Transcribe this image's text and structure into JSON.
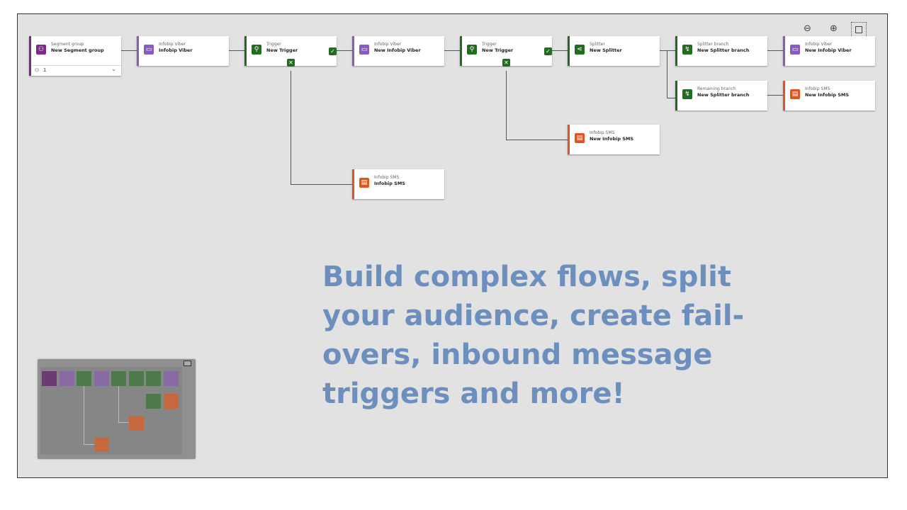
{
  "zoom": {
    "zoom_out_icon": "zoom-out-icon",
    "zoom_in_icon": "zoom-in-icon",
    "fit_icon": "fit-to-screen-icon"
  },
  "tiles": {
    "segment": {
      "type": "Segment group",
      "name": "New Segment group",
      "count": "1"
    },
    "viber1": {
      "type": "Infobip Viber",
      "name": "Infobip Viber"
    },
    "trigger1": {
      "type": "Trigger",
      "name": "New Trigger"
    },
    "viber2": {
      "type": "Infobip Viber",
      "name": "New Infobip Viber"
    },
    "trigger2": {
      "type": "Trigger",
      "name": "New Trigger"
    },
    "splitter": {
      "type": "Splitter",
      "name": "New Splitter"
    },
    "splitter_branch": {
      "type": "Splitter branch",
      "name": "New Splitter branch"
    },
    "viber3": {
      "type": "Infobip Viber",
      "name": "New Infobip Viber"
    },
    "remaining_branch": {
      "type": "Remaining branch",
      "name": "New Splitter branch"
    },
    "sms1": {
      "type": "Infobip SMS",
      "name": "New Infobip SMS"
    },
    "sms2": {
      "type": "Infobip SMS",
      "name": "New Infobip SMS"
    },
    "sms3": {
      "type": "Infobip SMS",
      "name": "Infobip SMS"
    }
  },
  "headline": "Build complex flows, split your audience, create fail-overs, inbound message triggers and more!",
  "colors": {
    "purple": "#7d2a8a",
    "viber": "#8a5bbf",
    "green": "#236b20",
    "orange": "#e0551c",
    "headline": "#6d8fbe"
  }
}
